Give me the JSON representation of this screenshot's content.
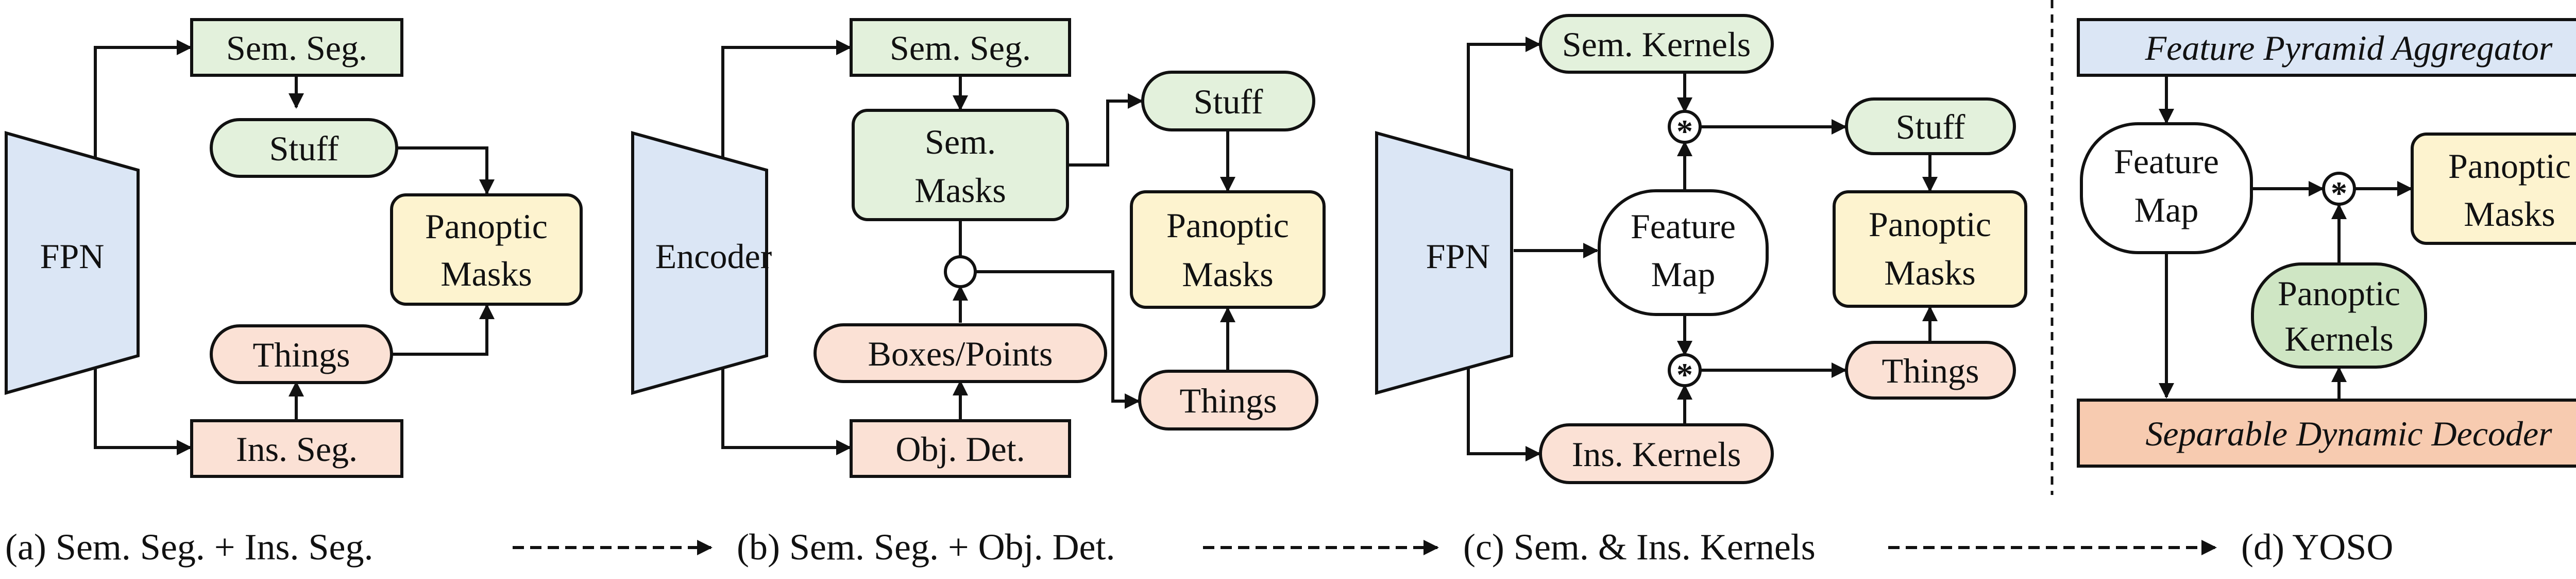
{
  "colors": {
    "green": "#e3f1dc",
    "green_dark": "#cfe6c4",
    "pink": "#fbe1d5",
    "yellow": "#fdf3cf",
    "blue": "#dbe6f5",
    "orange": "#f7cbb0",
    "white": "#ffffff",
    "stroke": "#111111"
  },
  "panels": {
    "a": {
      "fpn": "FPN",
      "sem_seg": "Sem. Seg.",
      "stuff": "Stuff",
      "panoptic": [
        "Panoptic",
        "Masks"
      ],
      "things": "Things",
      "ins_seg": "Ins. Seg.",
      "caption": "(a) Sem. Seg. + Ins. Seg."
    },
    "b": {
      "encoder": "Encoder",
      "sem_seg": "Sem. Seg.",
      "sem_masks": [
        "Sem.",
        "Masks"
      ],
      "stuff": "Stuff",
      "panoptic": [
        "Panoptic",
        "Masks"
      ],
      "boxes": "Boxes/Points",
      "things": "Things",
      "obj_det": "Obj. Det.",
      "caption": "(b) Sem. Seg. + Obj. Det."
    },
    "c": {
      "fpn": "FPN",
      "sem_kernels": "Sem. Kernels",
      "feature_map": [
        "Feature",
        "Map"
      ],
      "stuff": "Stuff",
      "panoptic": [
        "Panoptic",
        "Masks"
      ],
      "things": "Things",
      "ins_kernels": "Ins. Kernels",
      "conv_symbol": "*",
      "caption": "(c) Sem. & Ins. Kernels"
    },
    "d": {
      "aggregator": "Feature Pyramid Aggregator",
      "feature_map": [
        "Feature",
        "Map"
      ],
      "panoptic_masks": [
        "Panoptic",
        "Masks"
      ],
      "panoptic_kernels": [
        "Panoptic",
        "Kernels"
      ],
      "decoder": "Separable Dynamic Decoder",
      "conv_symbol": "*",
      "caption": "(d) YOSO"
    }
  }
}
